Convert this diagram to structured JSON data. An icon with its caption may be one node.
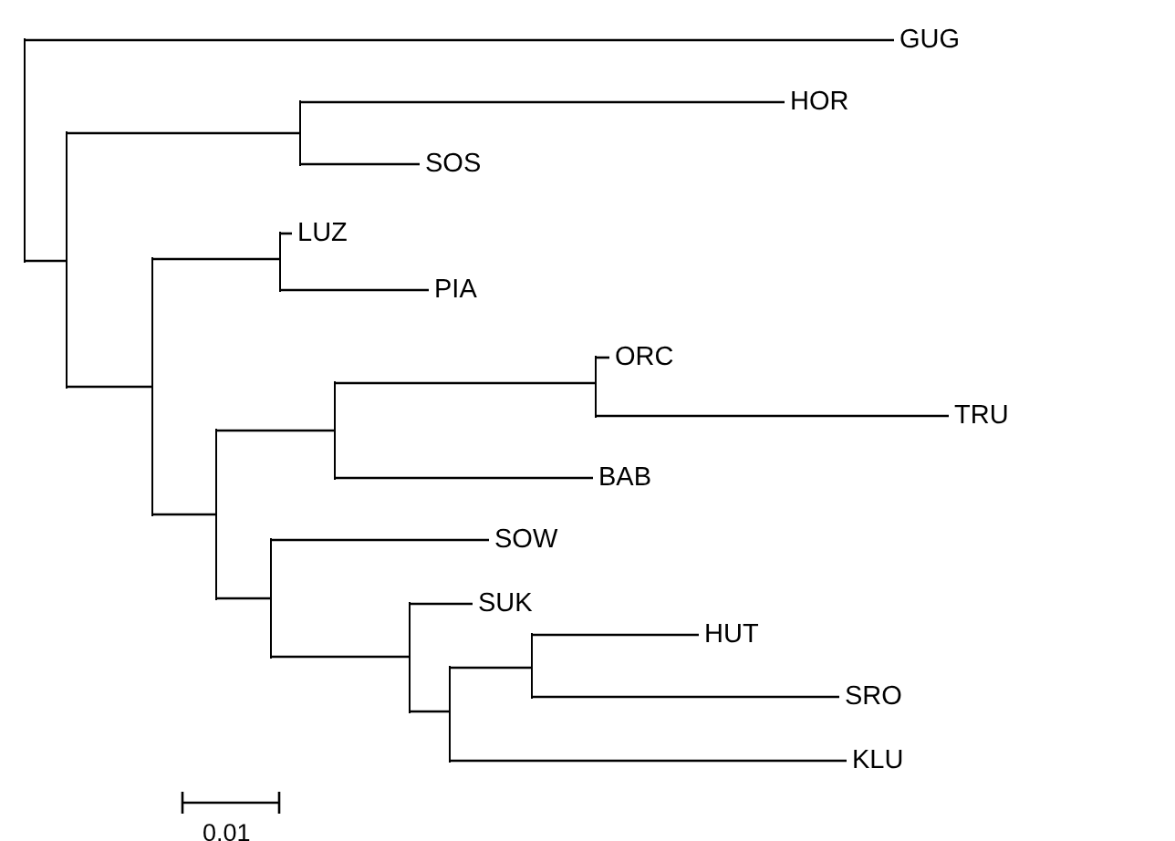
{
  "diagram": {
    "nodes": [
      {
        "text": [
          "GUG"
        ]
      },
      {
        "text": [
          "HOR"
        ]
      },
      {
        "text": [
          "SOS"
        ]
      },
      {
        "text": [
          "LUZ"
        ]
      },
      {
        "text": [
          "PIA"
        ]
      },
      {
        "text": [
          "ORC"
        ]
      },
      {
        "text": [
          "TRU"
        ]
      },
      {
        "text": [
          "BAB"
        ]
      },
      {
        "text": [
          "SOW"
        ]
      },
      {
        "text": [
          "SUK"
        ]
      },
      {
        "text": [
          "HUT"
        ]
      },
      {
        "text": [
          "SRO"
        ]
      },
      {
        "text": [
          "KLU"
        ]
      },
      {
        "text": [],
        "shape": "bar"
      },
      {
        "text": [],
        "shape": "bar"
      },
      {
        "text": [],
        "shape": "bar"
      },
      {
        "text": [],
        "shape": "bar"
      },
      {
        "text": [],
        "shape": "bar"
      },
      {
        "text": [],
        "shape": "bar"
      },
      {
        "text": [],
        "shape": "bar"
      },
      {
        "text": [],
        "shape": "bar"
      },
      {
        "text": [],
        "shape": "bar"
      },
      {
        "text": [],
        "shape": "bar"
      },
      {
        "text": [],
        "shape": "bar"
      },
      {
        "text": [],
        "shape": "bar"
      }
    ],
    "edges": [
      {
        "from": 13,
        "to": 0,
        "arrow": "none"
      },
      {
        "from": 13,
        "to": 14,
        "arrow": "none"
      },
      {
        "from": 14,
        "to": 19,
        "arrow": "none"
      },
      {
        "from": 14,
        "to": 15,
        "arrow": "none"
      },
      {
        "from": 19,
        "to": 1,
        "arrow": "none"
      },
      {
        "from": 19,
        "to": 2,
        "arrow": "none"
      },
      {
        "from": 15,
        "to": 18,
        "arrow": "none"
      },
      {
        "from": 15,
        "to": 16,
        "arrow": "none"
      },
      {
        "from": 18,
        "to": 3,
        "arrow": "none"
      },
      {
        "from": 18,
        "to": 4,
        "arrow": "none"
      },
      {
        "from": 16,
        "to": 20,
        "arrow": "none"
      },
      {
        "from": 16,
        "to": 17,
        "arrow": "none"
      },
      {
        "from": 20,
        "to": 24,
        "arrow": "none"
      },
      {
        "from": 20,
        "to": 7,
        "arrow": "none"
      },
      {
        "from": 24,
        "to": 5,
        "arrow": "none"
      },
      {
        "from": 24,
        "to": 6,
        "arrow": "none"
      },
      {
        "from": 17,
        "to": 8,
        "arrow": "none"
      },
      {
        "from": 17,
        "to": 21,
        "arrow": "none"
      },
      {
        "from": 21,
        "to": 9,
        "arrow": "none"
      },
      {
        "from": 21,
        "to": 22,
        "arrow": "none"
      },
      {
        "from": 22,
        "to": 23,
        "arrow": "none"
      },
      {
        "from": 22,
        "to": 12,
        "arrow": "none"
      },
      {
        "from": 23,
        "to": 10,
        "arrow": "none"
      },
      {
        "from": 23,
        "to": 11,
        "arrow": "none"
      }
    ],
    "labels": [
      "0.01"
    ]
  }
}
